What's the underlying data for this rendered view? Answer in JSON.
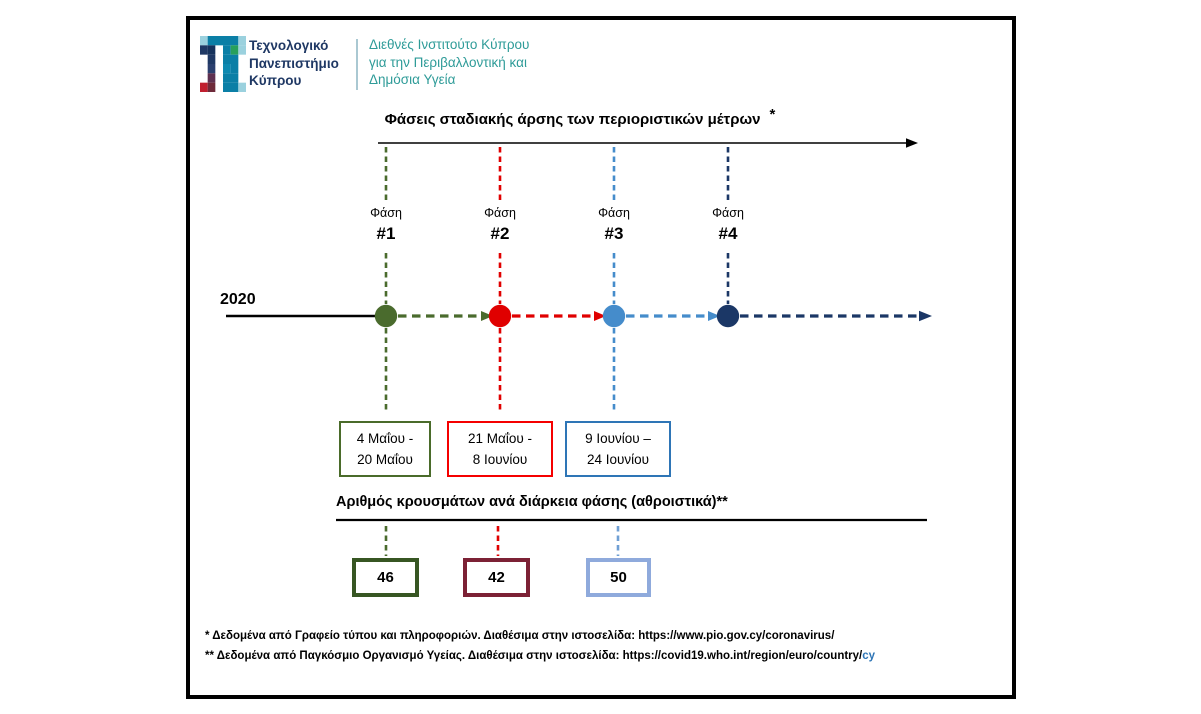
{
  "header": {
    "university_name_lines": [
      "Τεχνολογικό",
      "Πανεπιστήμιο",
      "Κύπρου"
    ],
    "institute_name_lines": [
      "Διεθνές Ινστιτούτο Κύπρου",
      "για την Περιβαλλοντική και",
      "Δημόσια Υγεία"
    ]
  },
  "timeline": {
    "title": "Φάσεις σταδιακής άρσης των περιοριστικών μέτρων",
    "title_footnote_marker": "*",
    "year_label": "2020",
    "phases": [
      {
        "label": "Φάση",
        "number": "#1",
        "date_line1": "4 Μαΐου -",
        "date_line2": "20 Μαΐου",
        "color": "#4a6b2d"
      },
      {
        "label": "Φάση",
        "number": "#2",
        "date_line1": "21 Μαΐου -",
        "date_line2": "8 Ιουνίου",
        "color": "#e00000"
      },
      {
        "label": "Φάση",
        "number": "#3",
        "date_line1": "9 Ιουνίου –",
        "date_line2": "24 Ιουνίου",
        "color": "#458ccb"
      },
      {
        "label": "Φάση",
        "number": "#4",
        "color": "#1b3766"
      }
    ]
  },
  "cases_section": {
    "title": "Αριθμός κρουσμάτων ανά διάρκεια φάσης (αθροιστικά)**",
    "counts": [
      {
        "value": "46",
        "color": "#4a6b2d",
        "border_color": "#375623"
      },
      {
        "value": "42",
        "color": "#e00000",
        "border_color": "#7c2135"
      },
      {
        "value": "50",
        "color": "#6f9fd4",
        "border_color": "#8faadc"
      }
    ]
  },
  "footnotes": {
    "line1": "* Δεδομένα από Γραφείο τύπου και πληροφοριών. Διαθέσιμα στην ιστοσελίδα: https://www.pio.gov.cy/coronavirus/",
    "line2_main": "** Δεδομένα από Παγκόσμιο Οργανισμό Υγείας. Διαθέσιμα στην ιστοσελίδα: https://covid19.who.int/region/euro/country/",
    "line2_link_tail": "cy"
  },
  "colors": {
    "frame_border": "#000000",
    "university_navy": "#1f3864",
    "institute_teal": "#2e9b98",
    "logo_teal": "#0b7fa6",
    "logo_light_teal": "#9bd1de",
    "logo_navy": "#1f3864",
    "logo_green": "#28a05c",
    "logo_red": "#c01f2f",
    "logo_maroon": "#6e2a3a",
    "phase1_green": "#4a6b2d",
    "phase2_red": "#e00000",
    "phase3_blue": "#458ccb",
    "phase4_navy": "#1b3766",
    "date_box_green": "#4a6b2a",
    "date_box_red": "#f50000",
    "date_box_blue": "#2e75b6",
    "count_box_green": "#375623",
    "count_box_maroon": "#7c2135",
    "count_box_blue": "#8faadc",
    "link_blue": "#2e75b6"
  }
}
